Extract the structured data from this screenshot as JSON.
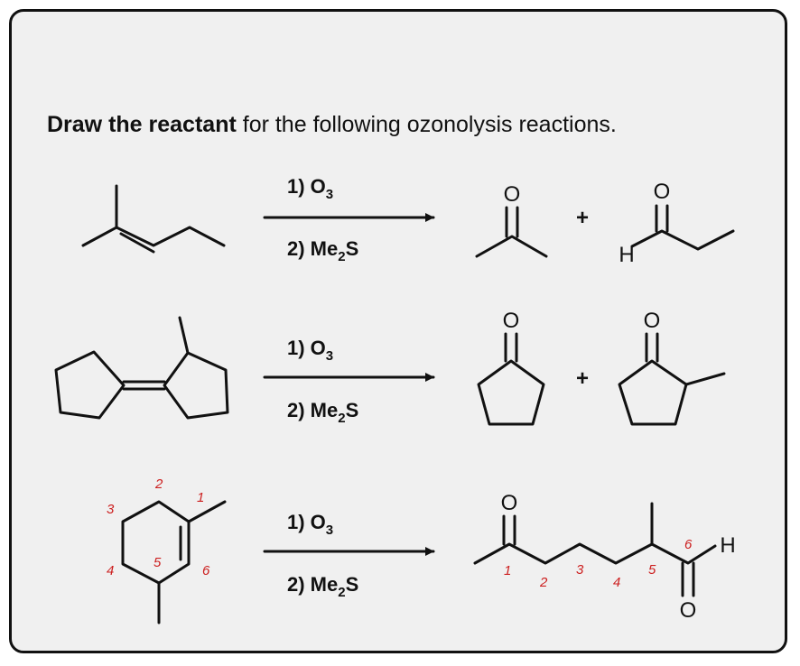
{
  "title": {
    "bold": "Draw the reactant",
    "rest": " for the following ozonolysis reactions."
  },
  "reagents": {
    "step1_prefix": "1) O",
    "step1_sub": "3",
    "step2_prefix": "2) Me",
    "step2_sub": "2",
    "step2_suffix": "S"
  },
  "plus": "+",
  "atoms": {
    "oxygen": "O",
    "hydrogen": "H"
  },
  "numbering": {
    "n1": "1",
    "n2": "2",
    "n3": "3",
    "n4": "4",
    "n5": "5",
    "n6": "6"
  },
  "colors": {
    "border": "#111111",
    "panel": "#f0f0f0",
    "number_red": "#cc1f1f"
  }
}
